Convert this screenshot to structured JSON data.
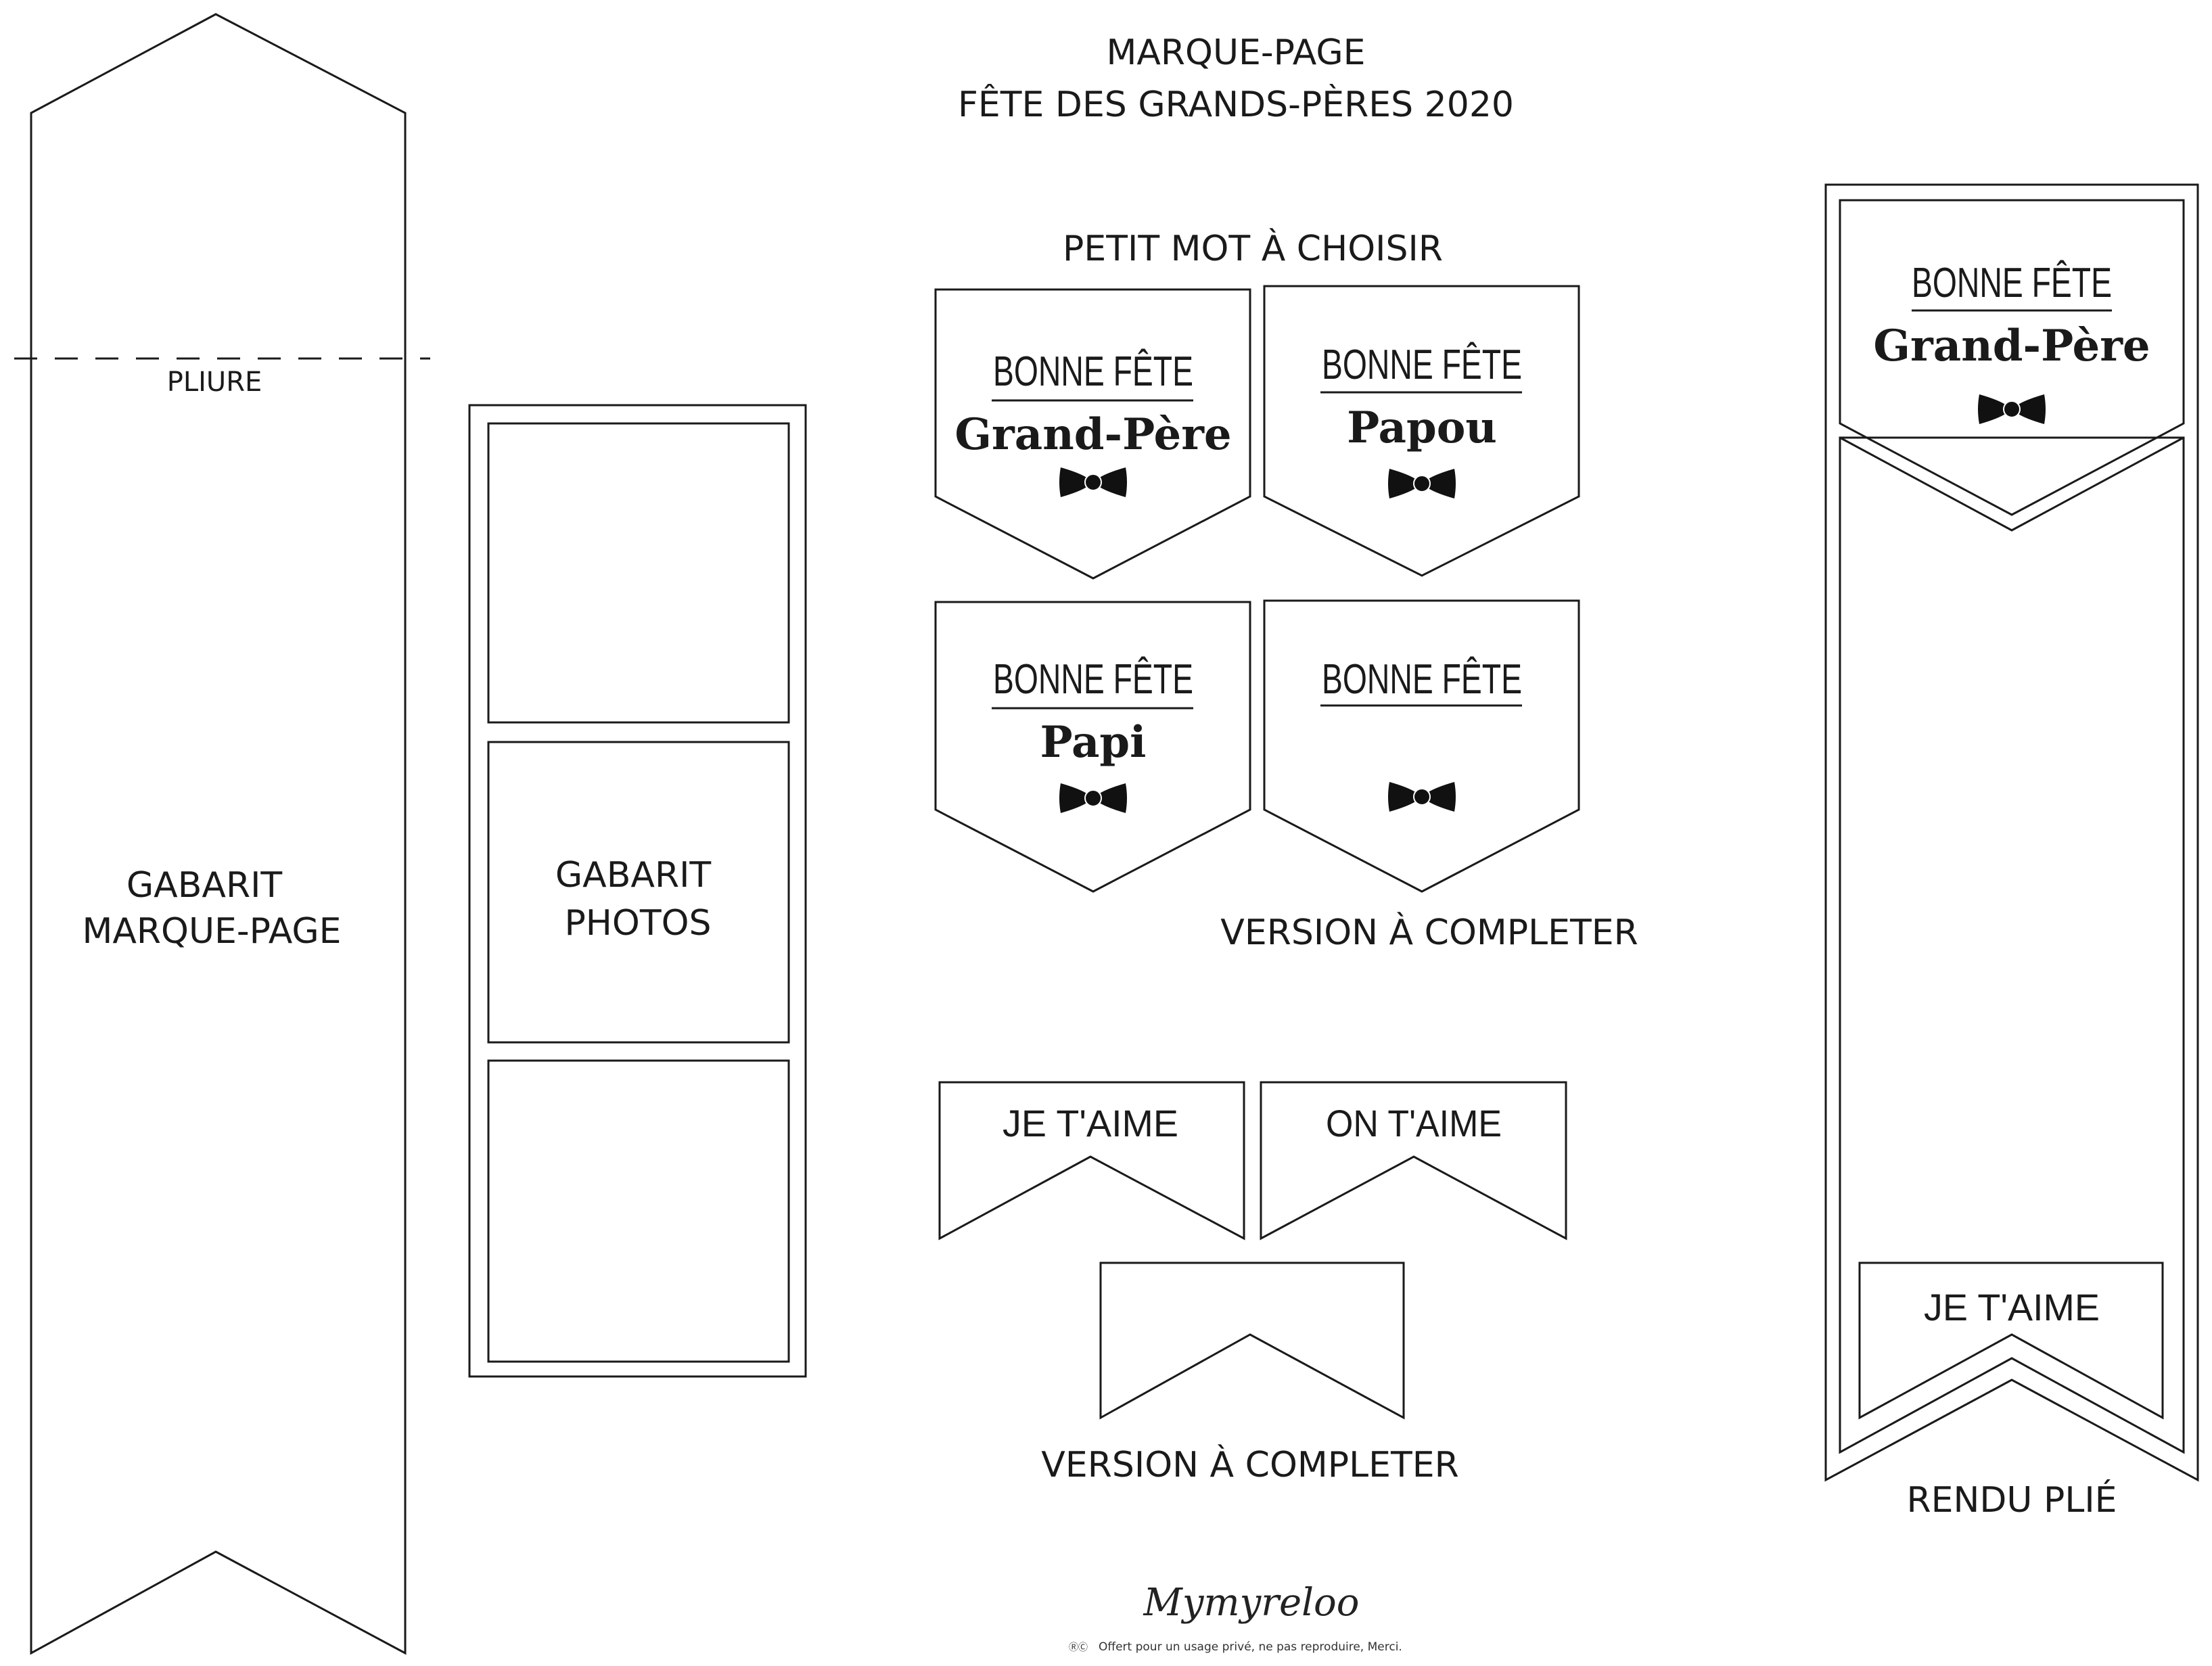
{
  "header": {
    "title_line1": "MARQUE-PAGE",
    "title_line2": "FÊTE DES GRANDS-PÈRES 2020"
  },
  "bookmark_template": {
    "fold_label": "PLIURE",
    "label_line1": "GABARIT",
    "label_line2": "MARQUE-PAGE"
  },
  "photo_template": {
    "label_line1": "GABARIT",
    "label_line2": "PHOTOS"
  },
  "word_section": {
    "title": "PETIT MOT À CHOISIR",
    "tags": [
      {
        "heading": "BONNE FÊTE",
        "name": "Grand-Père"
      },
      {
        "heading": "BONNE FÊTE",
        "name": "Papou"
      },
      {
        "heading": "BONNE FÊTE",
        "name": "Papi"
      },
      {
        "heading": "BONNE FÊTE",
        "name": ""
      }
    ],
    "blank_tag_caption": "VERSION À COMPLETER"
  },
  "banners": {
    "items": [
      "JE T'AIME",
      "ON T'AIME",
      ""
    ],
    "blank_caption": "VERSION À COMPLETER"
  },
  "folded_result": {
    "heading": "BONNE FÊTE",
    "name": "Grand-Père",
    "banner": "JE T'AIME",
    "caption": "RENDU PLIÉ"
  },
  "footer": {
    "logo": "Mymyreloo",
    "notice": "Offert pour un usage privé, ne pas reproduire, Merci."
  }
}
